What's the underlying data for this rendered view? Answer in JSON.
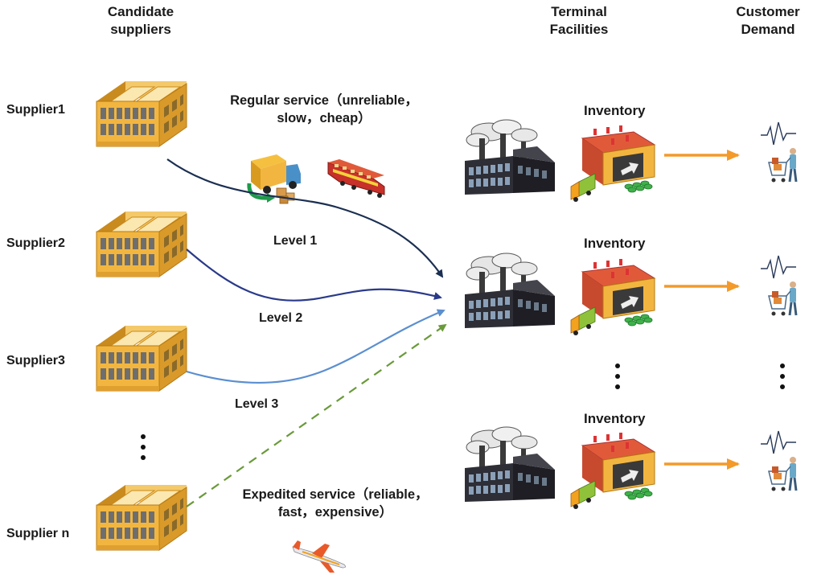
{
  "headers": {
    "candidate": "Candidate\nsuppliers",
    "terminal": "Terminal\nFacilities",
    "customer": "Customer\nDemand"
  },
  "suppliers": [
    "Supplier1",
    "Supplier2",
    "Supplier3",
    "Supplier n"
  ],
  "services": {
    "regular": "Regular service（unreliable，\nslow，cheap）",
    "expedited": "Expedited service（reliable，\nfast，expensive）"
  },
  "levels": [
    "Level 1",
    "Level 2",
    "Level 3"
  ],
  "inventory_label": "Inventory",
  "colors": {
    "level1": "#1b2f52",
    "level2": "#2a3a8a",
    "level3": "#5b8fd0",
    "expedited": "#6a9a3a",
    "demand_arrow": "#f39a2a",
    "building": "#f2b640",
    "factory": "#2a2a33"
  }
}
